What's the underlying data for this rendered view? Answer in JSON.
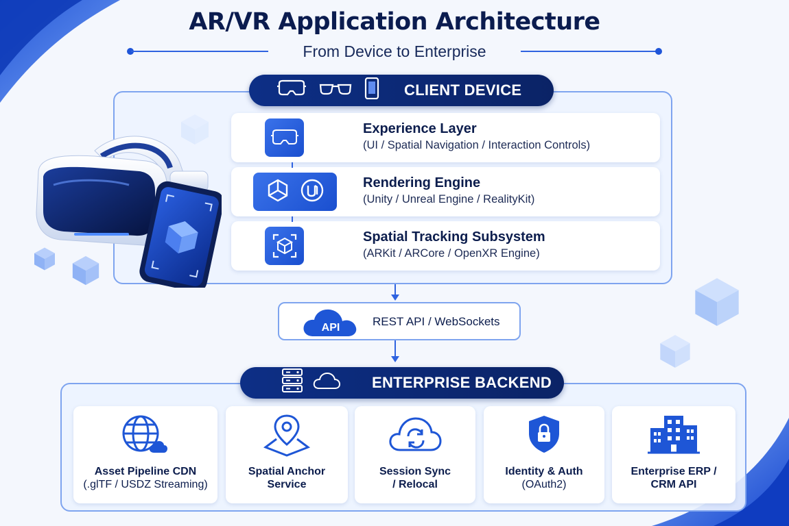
{
  "title": "AR/VR Application Architecture",
  "subtitle": "From Device to Enterprise",
  "client": {
    "header": "CLIENT DEVICE",
    "header_icons": [
      "vr-headset-icon",
      "ar-glasses-icon",
      "smartphone-icon"
    ],
    "layers": [
      {
        "title": "Experience Layer",
        "desc": "(UI / Spatial Navigation / Interaction Controls)",
        "icons": [
          "vr-headset-icon"
        ]
      },
      {
        "title": "Rendering Engine",
        "desc": "(Unity / Unreal Engine / RealityKit)",
        "icons": [
          "unity-logo-icon",
          "unreal-logo-icon"
        ]
      },
      {
        "title": "Spatial Tracking Subsystem",
        "desc": "(ARKit / ARCore / OpenXR Engine)",
        "icons": [
          "tracking-cube-icon"
        ]
      }
    ]
  },
  "api": {
    "cloud_label": "API",
    "text": "REST API / WebSockets"
  },
  "backend": {
    "header": "ENTERPRISE BACKEND",
    "header_icons": [
      "server-icon",
      "cloud-icon"
    ],
    "services": [
      {
        "line1": "Asset Pipeline CDN",
        "line2": "(.glTF / USDZ Streaming)",
        "icon": "globe-cloud-icon"
      },
      {
        "line1": "Spatial Anchor",
        "line2": "Service",
        "icon": "map-pin-icon"
      },
      {
        "line1": "Session Sync",
        "line2": "/ Relocal",
        "icon": "cloud-sync-icon"
      },
      {
        "line1": "Identity & Auth",
        "line2": "(OAuth2)",
        "icon": "shield-lock-icon"
      },
      {
        "line1": "Enterprise ERP /",
        "line2": "CRM API",
        "icon": "office-building-icon"
      }
    ]
  },
  "colors": {
    "navy": "#0b2366",
    "accent": "#1f55d8",
    "panel_border": "#7ea4ef",
    "text": "#0c1d4d"
  }
}
